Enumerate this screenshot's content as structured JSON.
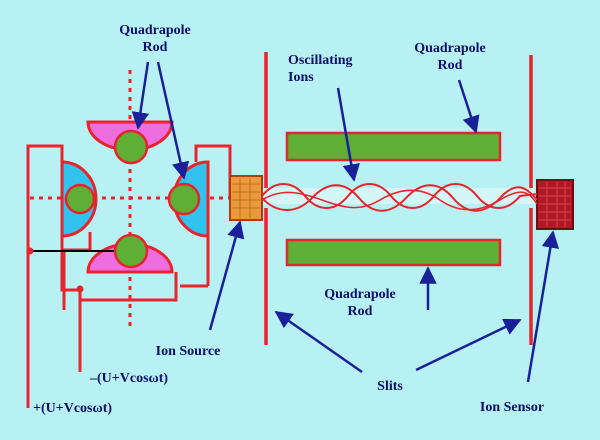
{
  "labels": {
    "quad_rod_left_1": "Quadrapole",
    "quad_rod_left_2": "Rod",
    "quad_rod_top_1": "Quadrapole",
    "quad_rod_top_2": "Rod",
    "oscillating_1": "Oscillating",
    "oscillating_2": "Ions",
    "quad_rod_bottom_1": "Quadrapole",
    "quad_rod_bottom_2": "Rod",
    "ion_source": "Ion Source",
    "voltage_minus": "–(U+Vcosωt)",
    "voltage_plus": "+(U+Vcosωt)",
    "slits": "Slits",
    "ion_sensor": "Ion Sensor"
  },
  "colors": {
    "background": "#b7f1f4",
    "wire": "#e8232b",
    "rod_green": "#5fae36",
    "pole_magenta": "#ee6ee0",
    "pole_cyan": "#32c2ee",
    "source_orange": "#e89a3c",
    "sensor_red": "#b01823",
    "label_navy": "#0b0f6b",
    "arrow_navy": "#1a1f9a"
  }
}
